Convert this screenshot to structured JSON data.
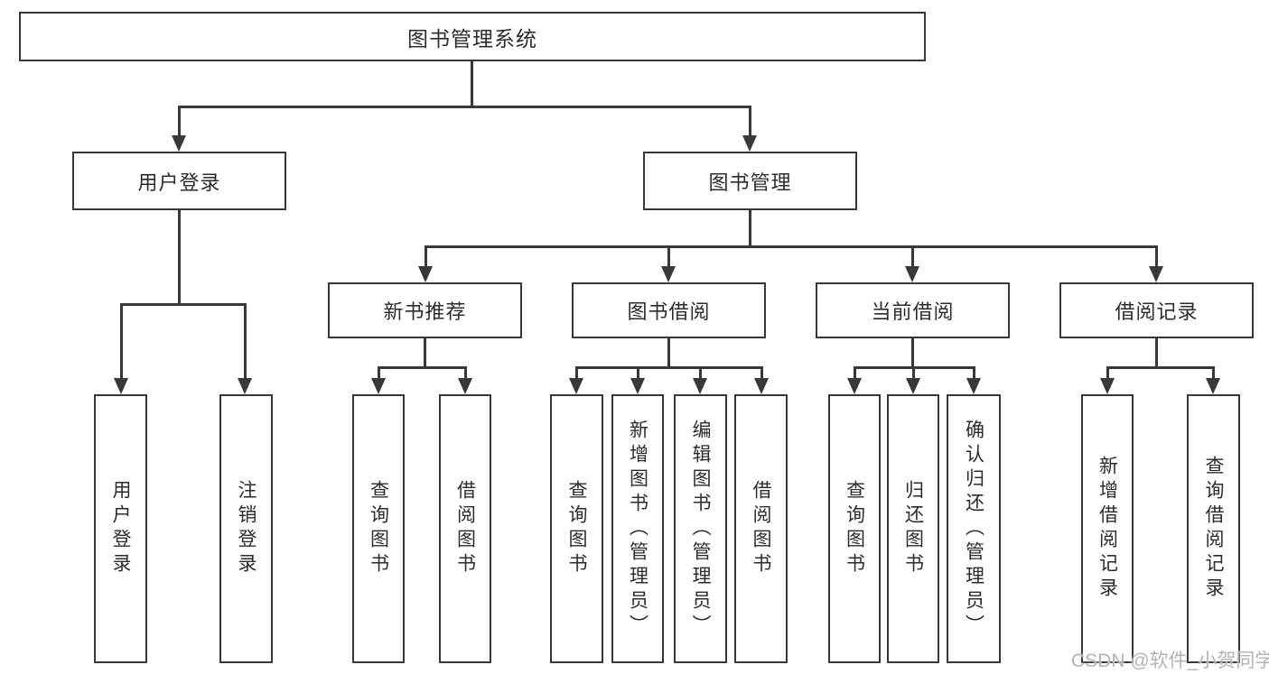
{
  "tree": {
    "label": "图书管理系统",
    "children": [
      {
        "label": "用户登录",
        "children": [
          {
            "label": "用户登录"
          },
          {
            "label": "注销登录"
          }
        ]
      },
      {
        "label": "图书管理",
        "children": [
          {
            "label": "新书推荐",
            "children": [
              {
                "label": "查询图书"
              },
              {
                "label": "借阅图书"
              }
            ]
          },
          {
            "label": "图书借阅",
            "children": [
              {
                "label": "查询图书"
              },
              {
                "label": "新增图书（管理员）"
              },
              {
                "label": "编辑图书（管理员）"
              },
              {
                "label": "借阅图书"
              }
            ]
          },
          {
            "label": "当前借阅",
            "children": [
              {
                "label": "查询图书"
              },
              {
                "label": "归还图书"
              },
              {
                "label": "确认归还（管理员）"
              }
            ]
          },
          {
            "label": "借阅记录",
            "children": [
              {
                "label": "新增借阅记录"
              },
              {
                "label": "查询借阅记录"
              }
            ]
          }
        ]
      }
    ]
  },
  "watermark": "CSDN @软件_小贺同学",
  "colors": {
    "line": "#383838",
    "text": "#2c2c2c",
    "watermark": "#b3b3b3",
    "background": "#ffffff"
  }
}
